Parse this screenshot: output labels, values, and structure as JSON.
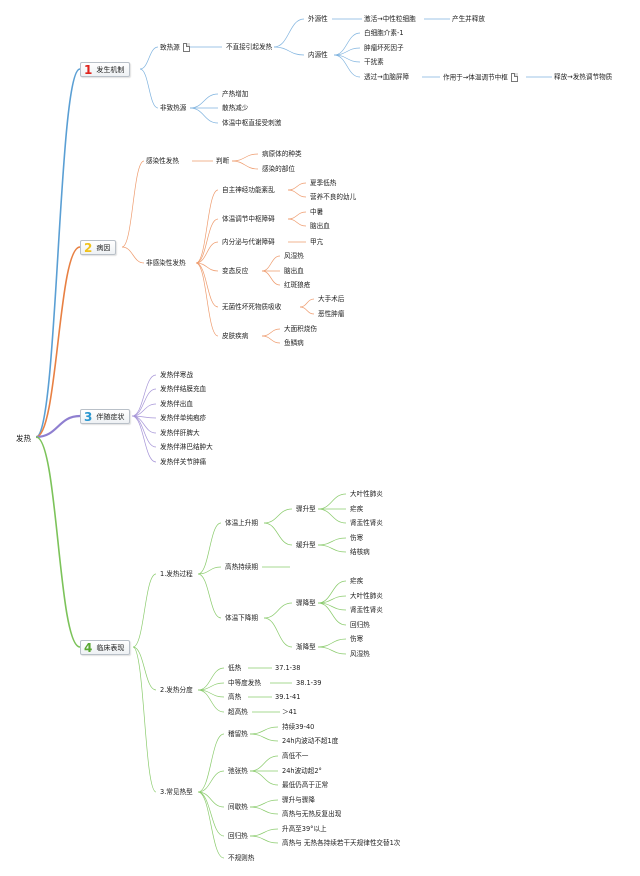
{
  "root": "发热",
  "branches": [
    {
      "num": "1",
      "label": "发生机制",
      "color": "#e0231c",
      "line": "#5a9fd4"
    },
    {
      "num": "2",
      "label": "病因",
      "color": "#f0c21b",
      "line": "#e88043"
    },
    {
      "num": "3",
      "label": "伴随症状",
      "color": "#2a97d0",
      "line": "#8f7fd0"
    },
    {
      "num": "4",
      "label": "临床表现",
      "color": "#5aa832",
      "line": "#7cc35a"
    }
  ],
  "nodes": {
    "b1": {
      "pyrogen": "致热源",
      "indirect": "不直接引起发热",
      "exogenous": "外源性",
      "activate": "激活→中性粒细胞",
      "release": "产生并释放",
      "endogenous": "内源性",
      "il1": "白细胞介素-1",
      "tnf": "肿瘤坏死因子",
      "ifn": "干扰素",
      "bbb": "透过→血脑屏障",
      "acts_on": "作用于→体温调节中枢",
      "release_sub": "释放→发热调节物质",
      "non_pyrogen": "非致热源",
      "heat_up": "产热增加",
      "heat_down": "散热减少",
      "center": "体温中枢直接受刺激"
    },
    "b2": {
      "infectious": "感染性发热",
      "judge": "判断",
      "pathogen": "病原体的种类",
      "site": "感染的部位",
      "noninfectious": "非感染性发热",
      "autonomic": "自主神经功能紊乱",
      "summer": "夏季低热",
      "infant": "营养不良的幼儿",
      "thermo": "体温调节中枢障碍",
      "heatstroke": "中暑",
      "hemorrhage1": "脑出血",
      "endocrine": "内分泌与代谢障碍",
      "hyperthyroid": "甲亢",
      "allergy": "变态反应",
      "rheumatic": "风湿热",
      "hemorrhage2": "脑出血",
      "lupus": "红斑狼疮",
      "necrosis": "无菌性坏死物质吸收",
      "surgery": "大手术后",
      "tumor": "恶性肿瘤",
      "skin": "皮肤疾病",
      "burn": "大面积烧伤",
      "ichthyosis": "鱼鳞病"
    },
    "b3": [
      "发热伴寒战",
      "发热伴结膜充血",
      "发热伴出血",
      "发热伴单纯疱疹",
      "发热伴肝脾大",
      "发热伴淋巴结肿大",
      "发热伴关节肿痛"
    ],
    "b4": {
      "process": "1.发热过程",
      "rising": "体温上升期",
      "sudden_rise": "骤升型",
      "lobar": "大叶性肺炎",
      "malaria1": "疟疾",
      "pyelo1": "肾盂性肾炎",
      "slow_rise": "缓升型",
      "typhoid1": "伤寒",
      "tb": "结核病",
      "plateau": "高热持续期",
      "falling": "体温下降期",
      "sudden_fall": "骤降型",
      "malaria2": "疟疾",
      "lobar2": "大叶性肺炎",
      "pyelo2": "肾盂性肾炎",
      "relapsing": "回归热",
      "slow_fall": "渐降型",
      "typhoid2": "伤寒",
      "rheumatic": "风湿热",
      "grading": "2.发热分度",
      "low": "低热",
      "low_v": "37.1-38",
      "mid": "中等度发热",
      "mid_v": "38.1-39",
      "high": "高热",
      "high_v": "39.1-41",
      "extreme": "超高热",
      "extreme_v": "＞41",
      "types": "3.常见热型",
      "continued": "稽留热",
      "cont1": "持续39-40",
      "cont2": "24h内波动不超1度",
      "remittent": "弛张热",
      "rem1": "高低不一",
      "rem2": "24h波动超2°",
      "rem3": "最低仍高于正常",
      "intermittent": "间歇热",
      "int1": "骤升与骤降",
      "int2": "高热与无热反复出现",
      "recurrent": "回归热",
      "rec1": "升高至39°以上",
      "rec2": "高热与 无热各持续若干天规律性交替1次",
      "irregular": "不规则热"
    }
  }
}
